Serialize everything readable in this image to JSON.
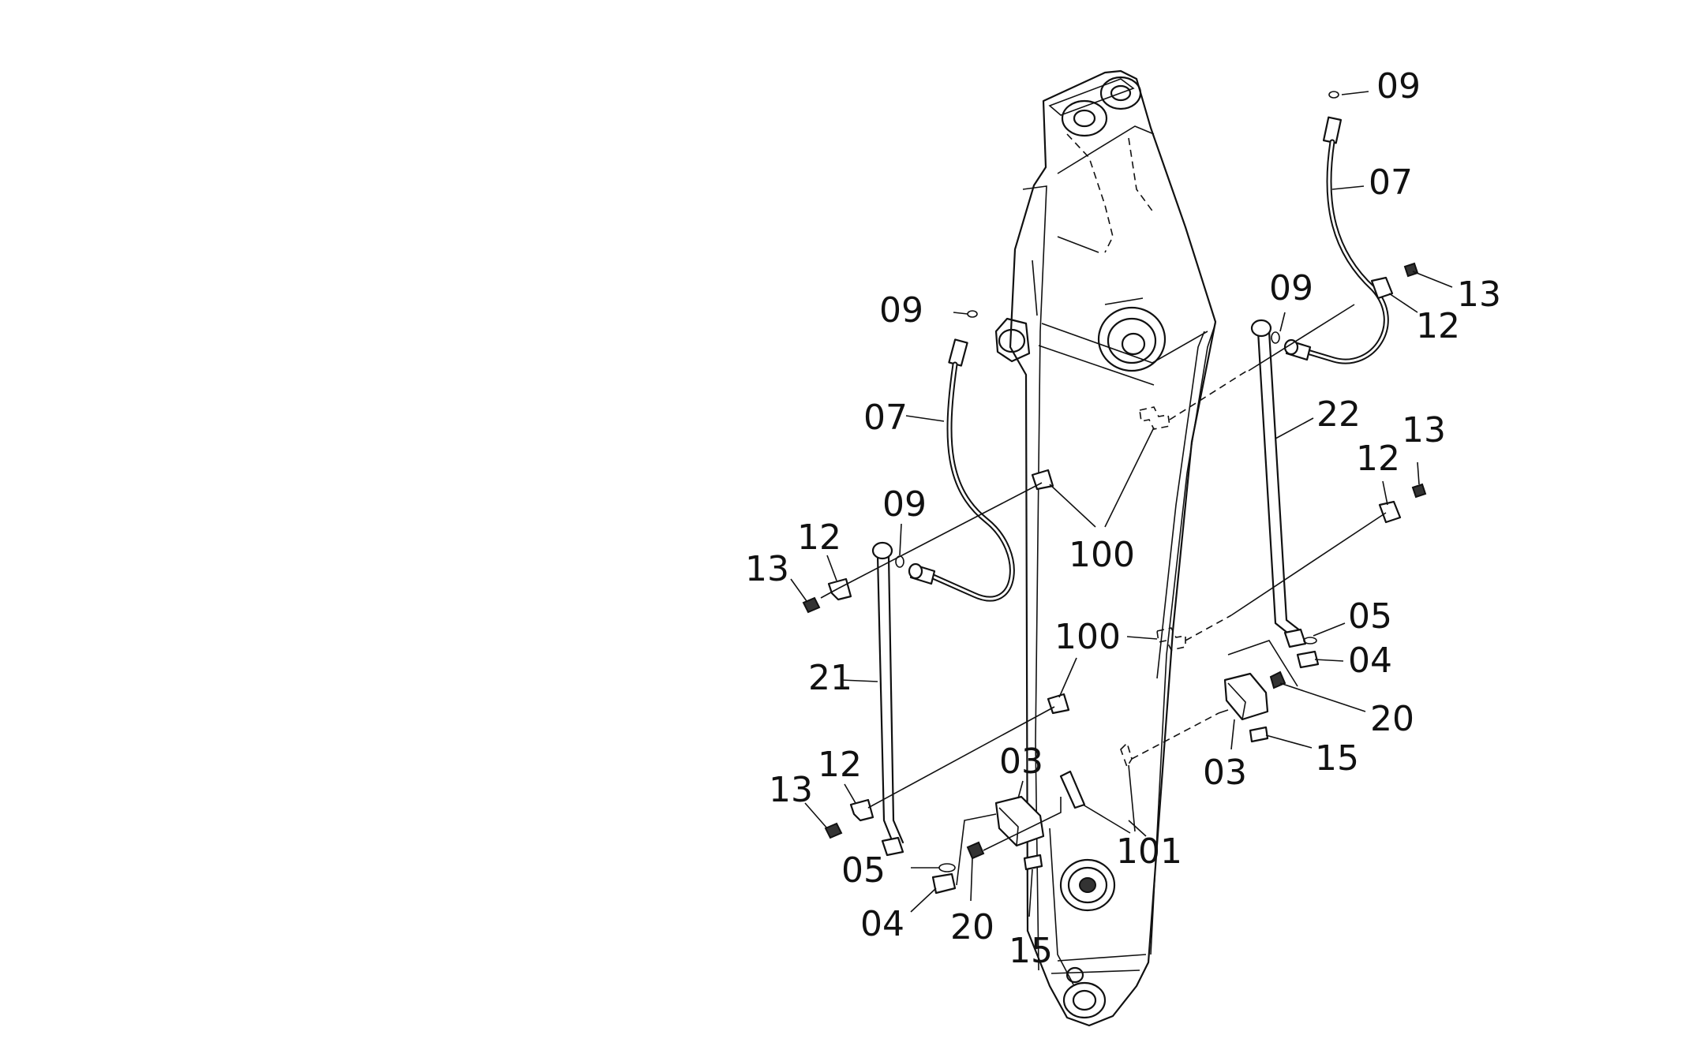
{
  "diagram": {
    "part_labels": [
      {
        "id": "L1",
        "text": "09"
      },
      {
        "id": "L2",
        "text": "07"
      },
      {
        "id": "L3",
        "text": "13"
      },
      {
        "id": "L4",
        "text": "12"
      },
      {
        "id": "L5",
        "text": "09"
      },
      {
        "id": "L6",
        "text": "22"
      },
      {
        "id": "L7",
        "text": "13"
      },
      {
        "id": "L8",
        "text": "12"
      },
      {
        "id": "L9",
        "text": "05"
      },
      {
        "id": "L10",
        "text": "04"
      },
      {
        "id": "L11",
        "text": "20"
      },
      {
        "id": "L12",
        "text": "15"
      },
      {
        "id": "L13",
        "text": "03"
      },
      {
        "id": "L14",
        "text": "09"
      },
      {
        "id": "L15",
        "text": "07"
      },
      {
        "id": "L16",
        "text": "09"
      },
      {
        "id": "L17",
        "text": "12"
      },
      {
        "id": "L18",
        "text": "13"
      },
      {
        "id": "L19",
        "text": "100"
      },
      {
        "id": "L20",
        "text": "100"
      },
      {
        "id": "L21",
        "text": "21"
      },
      {
        "id": "L22",
        "text": "12"
      },
      {
        "id": "L23",
        "text": "13"
      },
      {
        "id": "L24",
        "text": "03"
      },
      {
        "id": "L25",
        "text": "101"
      },
      {
        "id": "L26",
        "text": "05"
      },
      {
        "id": "L27",
        "text": "04"
      },
      {
        "id": "L28",
        "text": "20"
      },
      {
        "id": "L29",
        "text": "15"
      }
    ]
  }
}
